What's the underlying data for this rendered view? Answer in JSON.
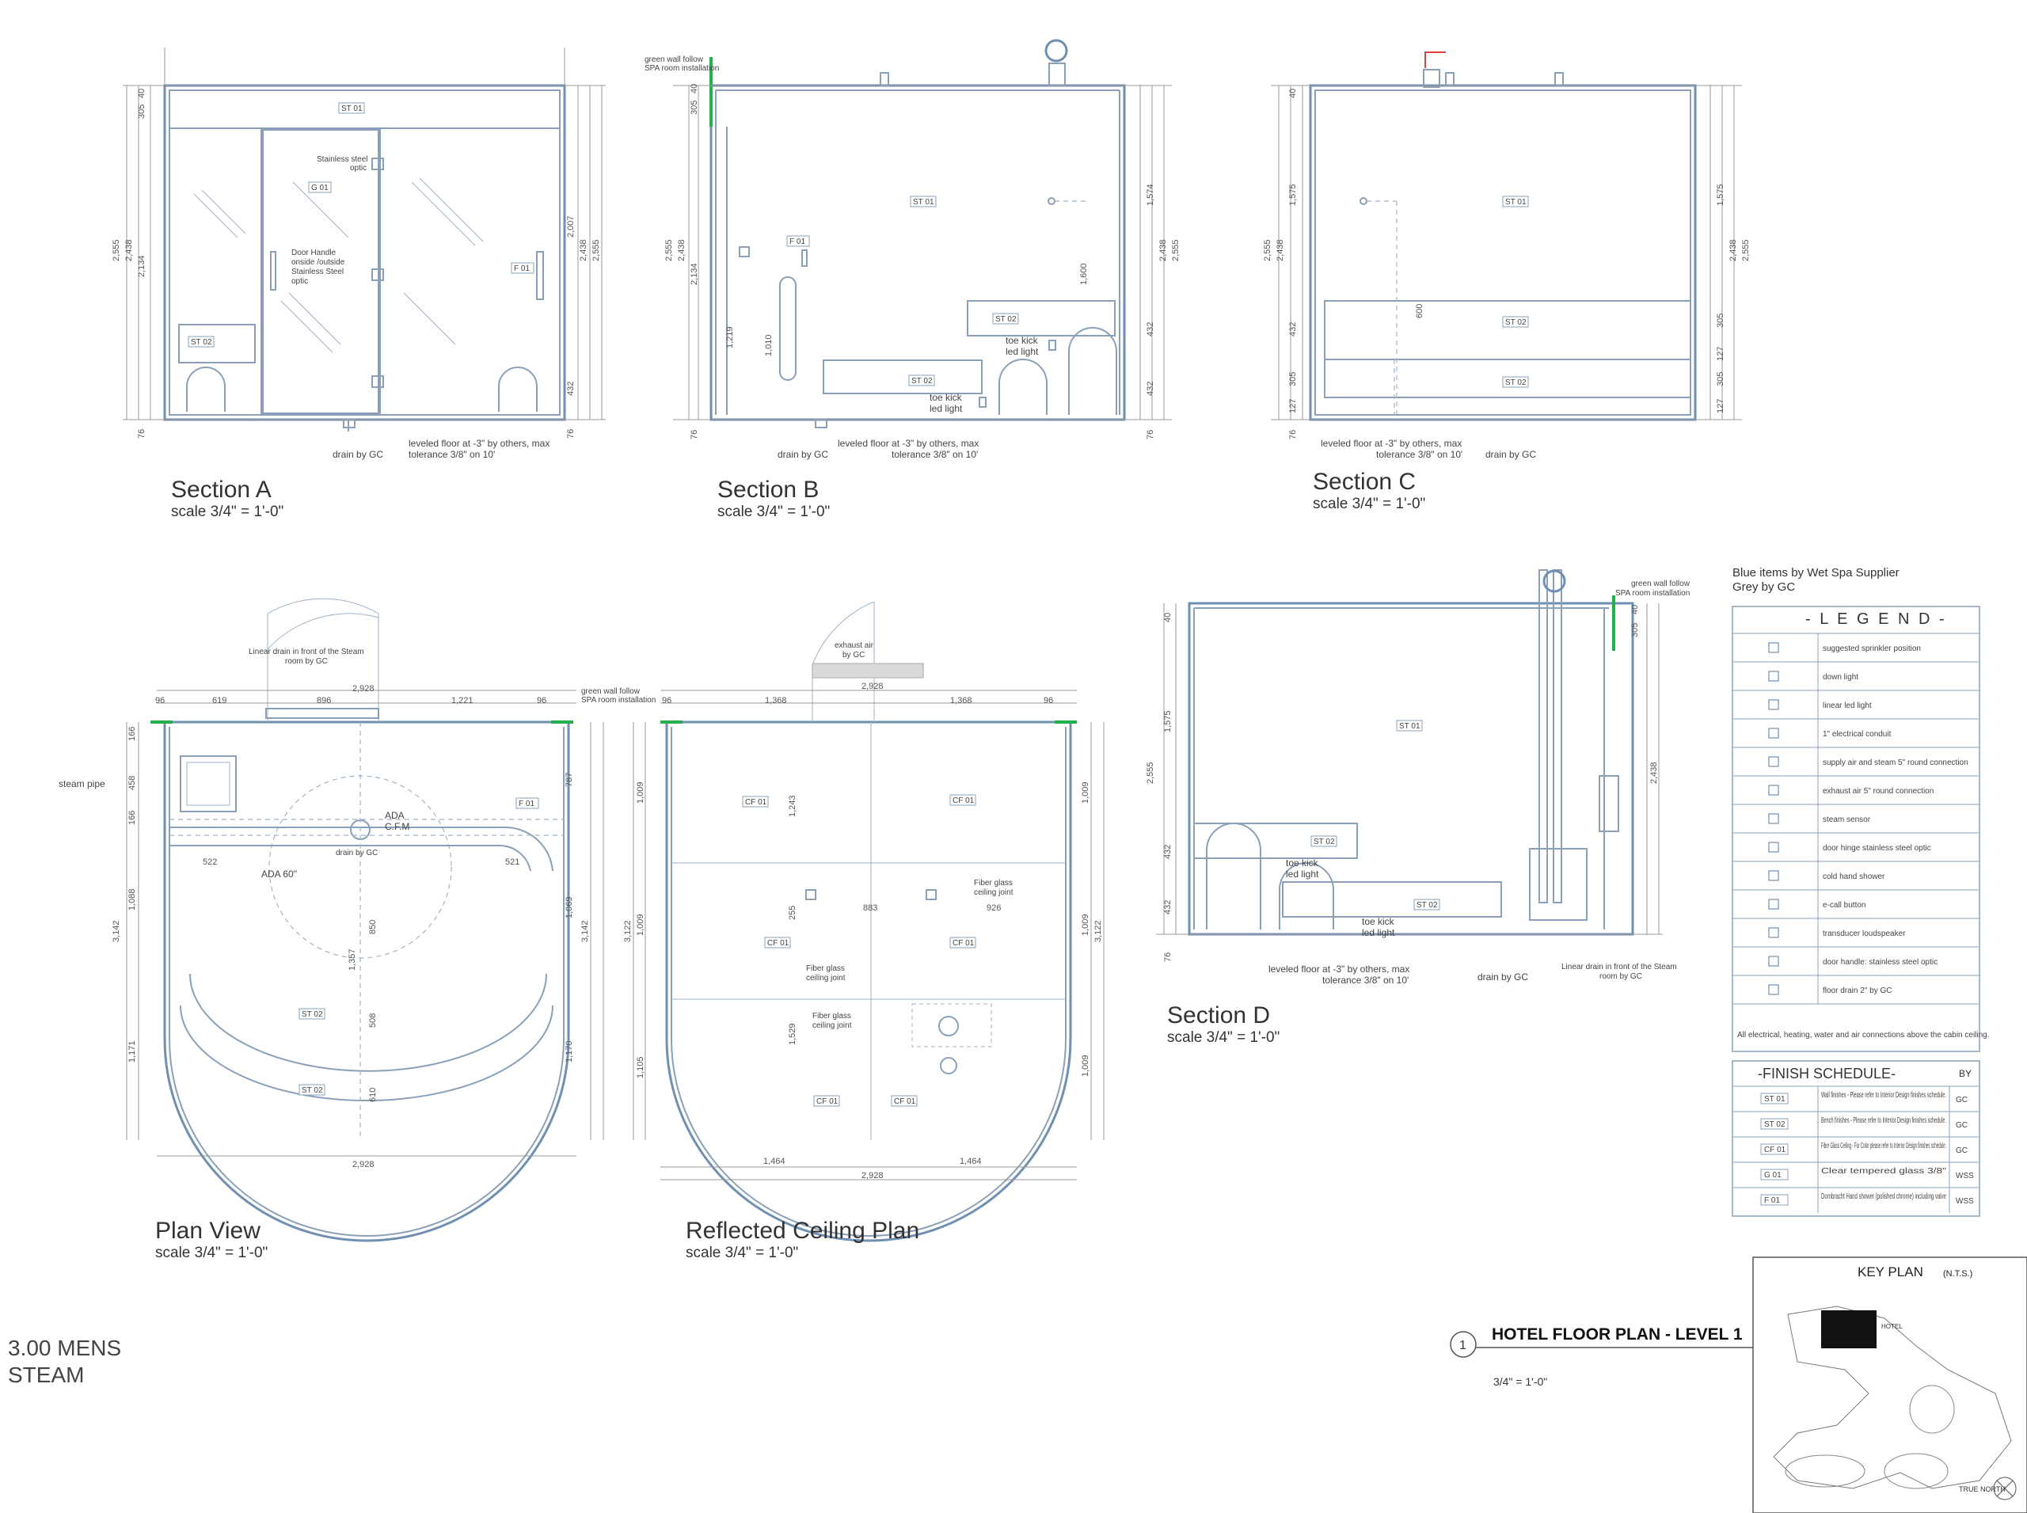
{
  "sheet": {
    "title_line1": "3.00 MENS",
    "title_line2": "STEAM"
  },
  "views": {
    "section_a": {
      "title": "Section A",
      "scale": "scale 3/4\"   =    1'-0\""
    },
    "section_b": {
      "title": "Section B",
      "scale": "scale 3/4\"   =    1'-0\""
    },
    "section_c": {
      "title": "Section C",
      "scale": "scale 3/4\"   =    1'-0\""
    },
    "section_d": {
      "title": "Section D",
      "scale": "scale 3/4\"   =    1'-0\""
    },
    "plan": {
      "title": "Plan View",
      "scale": "scale 3/4\"   =    1'-0\""
    },
    "rcp": {
      "title": "Reflected Ceiling Plan",
      "scale": "scale 3/4\"   =    1'-0\""
    }
  },
  "annotations": {
    "drain_by_gc": "drain by GC",
    "leveled_floor_1": "leveled floor at -3\" by others, max",
    "leveled_floor_2": "tolerance 3/8\" on 10'",
    "green_wall_1": "green wall follow",
    "green_wall_2": "SPA room installation",
    "toe_kick_1": "toe kick",
    "toe_kick_2": "led light",
    "stainless_optic_1": "Stainless steel",
    "stainless_optic_2": "optic",
    "door_handle": [
      "Door Handle",
      "onside /outside",
      "Stainless Steel",
      "optic"
    ],
    "linear_drain_1": "Linear drain in front of the Steam",
    "linear_drain_2": "room by GC",
    "steam_pipe": "steam pipe",
    "ada": "ADA",
    "cfm": "C.F.M",
    "ada60": "ADA 60\"",
    "exhaust_air_1": "exhaust air",
    "exhaust_air_2": "by GC",
    "fiber_joint_1": "Fiber glass",
    "fiber_joint_2": "ceiling joint"
  },
  "tags": {
    "st01": "ST 01",
    "st02": "ST 02",
    "g01": "G 01",
    "f01": "F 01",
    "cf01": "CF 01"
  },
  "section_a_dims": [
    "2,555",
    "2,438",
    "2,134",
    "305",
    "40",
    "2,007",
    "432",
    "76"
  ],
  "section_b_dims": [
    "2,555",
    "2,438",
    "2,134",
    "1,219",
    "1,010",
    "1,574",
    "1,600",
    "432",
    "305",
    "40",
    "76"
  ],
  "section_c_dims": [
    "2,555",
    "2,438",
    "1,575",
    "432",
    "305",
    "127",
    "600",
    "40",
    "76"
  ],
  "section_d_dims": [
    "2,555",
    "1,575",
    "432",
    "305",
    "40",
    "2,438",
    "76"
  ],
  "plan_dims": [
    "2,928",
    "619",
    "896",
    "1,221",
    "96",
    "166",
    "458",
    "787",
    "3,142",
    "1,088",
    "1,171",
    "522",
    "521",
    "850",
    "1,357",
    "508",
    "610",
    "1,069",
    "1,170"
  ],
  "rcp_dims": [
    "2,928",
    "1,368",
    "1,368",
    "96",
    "1,009",
    "1,243",
    "3,122",
    "883",
    "926",
    "255",
    "1,529",
    "1,105",
    "1,464",
    "1,464"
  ],
  "legend": {
    "supplier_line1": "Blue items by Wet Spa Supplier",
    "supplier_line2": "Grey by GC",
    "title": "- L E G E N D -",
    "items": [
      "suggested sprinkler position",
      "down light",
      "linear led light",
      "1\" electrical conduit",
      "supply air and steam 5\" round connection",
      "exhaust air 5\" round connection",
      "steam sensor",
      "door hinge stainless steel optic",
      "cold hand shower",
      "e-call button",
      "transducer loudspeaker",
      "door handle: stainless steel optic",
      "floor drain 2\" by GC"
    ],
    "footnote": "All electrical, heating, water and air connections above the cabin ceiling."
  },
  "finish_schedule": {
    "title": "-FINISH  SCHEDULE-",
    "by_header": "BY",
    "rows": [
      {
        "code": "ST 01",
        "desc": "Wall finishes - Please refer to Interior Design finishes schedule.",
        "by": "GC"
      },
      {
        "code": "ST 02",
        "desc": "Bench finishes - Please refer to Interior Design finishes schedule.",
        "by": "GC"
      },
      {
        "code": "CF 01",
        "desc": "Fiber Glass Ceiling - For Color please refer to Interior Design finishes schedule.",
        "by": "GC"
      },
      {
        "code": "G 01",
        "desc": "Clear tempered glass 3/8\"",
        "by": "WSS"
      },
      {
        "code": "F 01",
        "desc": "Dornbracht Hand shower (polished chrome) including valve",
        "by": "WSS"
      }
    ]
  },
  "key_plan": {
    "title": "KEY PLAN",
    "nts": "(N.T.S.)",
    "plan_number": "1",
    "plan_title": "HOTEL FLOOR PLAN - LEVEL 1",
    "plan_scale": "3/4\"   =    1'-0\"",
    "hotel": "HOTEL",
    "north": "TRUE NORTH"
  },
  "colors": {
    "line": "#8aa0b8",
    "green_wall": "#22b14c",
    "text": "#333333"
  }
}
